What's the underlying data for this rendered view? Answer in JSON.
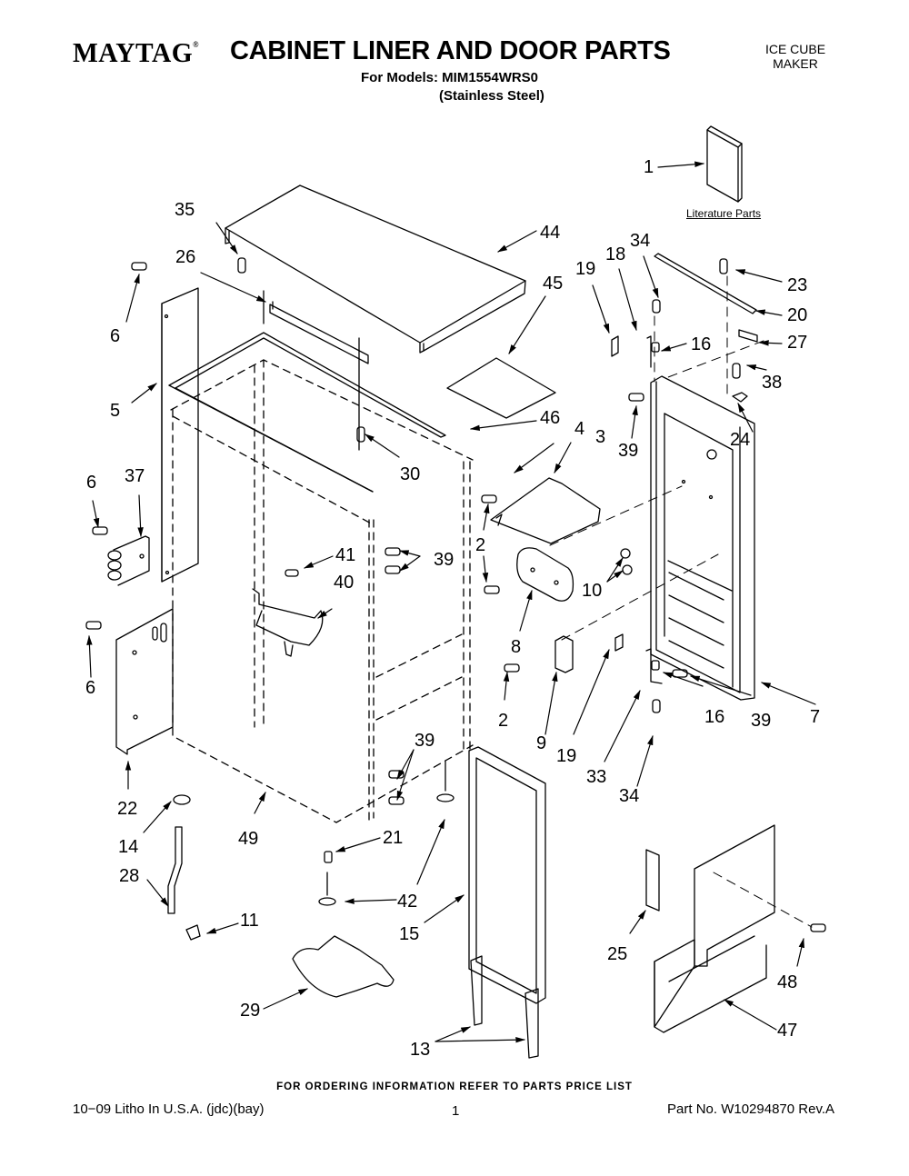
{
  "header": {
    "brand": "MAYTAG",
    "brand_mark": "®",
    "title": "CABINET LINER AND DOOR PARTS",
    "models": "For Models: MIM1554WRS0",
    "finish": "(Stainless Steel)",
    "product_line1": "ICE CUBE",
    "product_line2": "MAKER"
  },
  "literature_label": "Literature Parts",
  "callouts": [
    {
      "id": "c1",
      "text": "1"
    },
    {
      "id": "c35",
      "text": "35"
    },
    {
      "id": "c44",
      "text": "44"
    },
    {
      "id": "c34a",
      "text": "34"
    },
    {
      "id": "c18",
      "text": "18"
    },
    {
      "id": "c19a",
      "text": "19"
    },
    {
      "id": "c23",
      "text": "23"
    },
    {
      "id": "c26",
      "text": "26"
    },
    {
      "id": "c45",
      "text": "45"
    },
    {
      "id": "c20",
      "text": "20"
    },
    {
      "id": "c6a",
      "text": "6"
    },
    {
      "id": "c16a",
      "text": "16"
    },
    {
      "id": "c27",
      "text": "27"
    },
    {
      "id": "c38",
      "text": "38"
    },
    {
      "id": "c5",
      "text": "5"
    },
    {
      "id": "c46",
      "text": "46"
    },
    {
      "id": "c39a",
      "text": "39"
    },
    {
      "id": "c24",
      "text": "24"
    },
    {
      "id": "c30",
      "text": "30"
    },
    {
      "id": "c4",
      "text": "4"
    },
    {
      "id": "c3",
      "text": "3"
    },
    {
      "id": "c6b",
      "text": "6"
    },
    {
      "id": "c37",
      "text": "37"
    },
    {
      "id": "c2a",
      "text": "2"
    },
    {
      "id": "c41",
      "text": "41"
    },
    {
      "id": "c39b",
      "text": "39"
    },
    {
      "id": "c40",
      "text": "40"
    },
    {
      "id": "c10",
      "text": "10"
    },
    {
      "id": "c8",
      "text": "8"
    },
    {
      "id": "c6c",
      "text": "6"
    },
    {
      "id": "c2b",
      "text": "2"
    },
    {
      "id": "c9",
      "text": "9"
    },
    {
      "id": "c19b",
      "text": "19"
    },
    {
      "id": "c16b",
      "text": "16"
    },
    {
      "id": "c39c",
      "text": "39"
    },
    {
      "id": "c7",
      "text": "7"
    },
    {
      "id": "c39d",
      "text": "39"
    },
    {
      "id": "c33",
      "text": "33"
    },
    {
      "id": "c34b",
      "text": "34"
    },
    {
      "id": "c22",
      "text": "22"
    },
    {
      "id": "c14",
      "text": "14"
    },
    {
      "id": "c49",
      "text": "49"
    },
    {
      "id": "c21",
      "text": "21"
    },
    {
      "id": "c28",
      "text": "28"
    },
    {
      "id": "c42",
      "text": "42"
    },
    {
      "id": "c11",
      "text": "11"
    },
    {
      "id": "c15",
      "text": "15"
    },
    {
      "id": "c25",
      "text": "25"
    },
    {
      "id": "c48",
      "text": "48"
    },
    {
      "id": "c29",
      "text": "29"
    },
    {
      "id": "c47",
      "text": "47"
    },
    {
      "id": "c13",
      "text": "13"
    }
  ],
  "footer": {
    "order_note": "FOR ORDERING INFORMATION REFER TO PARTS PRICE LIST",
    "print_info": "10−09 Litho In U.S.A. (jdc)(bay)",
    "page_number": "1",
    "part_number": "Part No. W10294870 Rev.A"
  }
}
